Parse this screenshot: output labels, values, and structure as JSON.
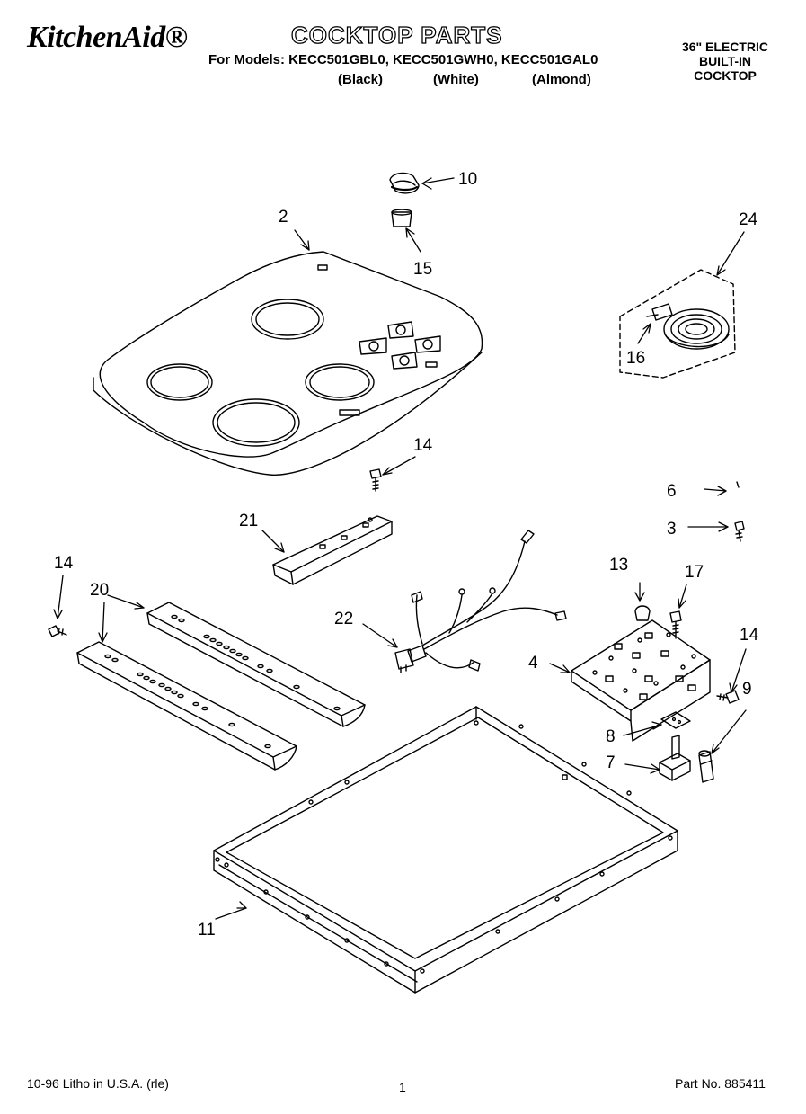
{
  "header": {
    "brand": "KitchenAid®",
    "title": "COCKTOP PARTS",
    "models_line": "For Models: KECC501GBL0, KECC501GWH0, KECC501GAL0",
    "colors": [
      "(Black)",
      "(White)",
      "(Almond)"
    ],
    "spec_lines": [
      "36\" ELECTRIC",
      "BUILT-IN",
      "COCKTOP"
    ]
  },
  "callouts": [
    "10",
    "2",
    "15",
    "24",
    "16",
    "14",
    "6",
    "3",
    "21",
    "13",
    "17",
    "14",
    "20",
    "22",
    "14",
    "4",
    "9",
    "8",
    "7",
    "11"
  ],
  "footer": {
    "print_info": "10-96 Litho in U.S.A. (rle)",
    "page_number": "1",
    "part_number": "Part No. 885411"
  }
}
